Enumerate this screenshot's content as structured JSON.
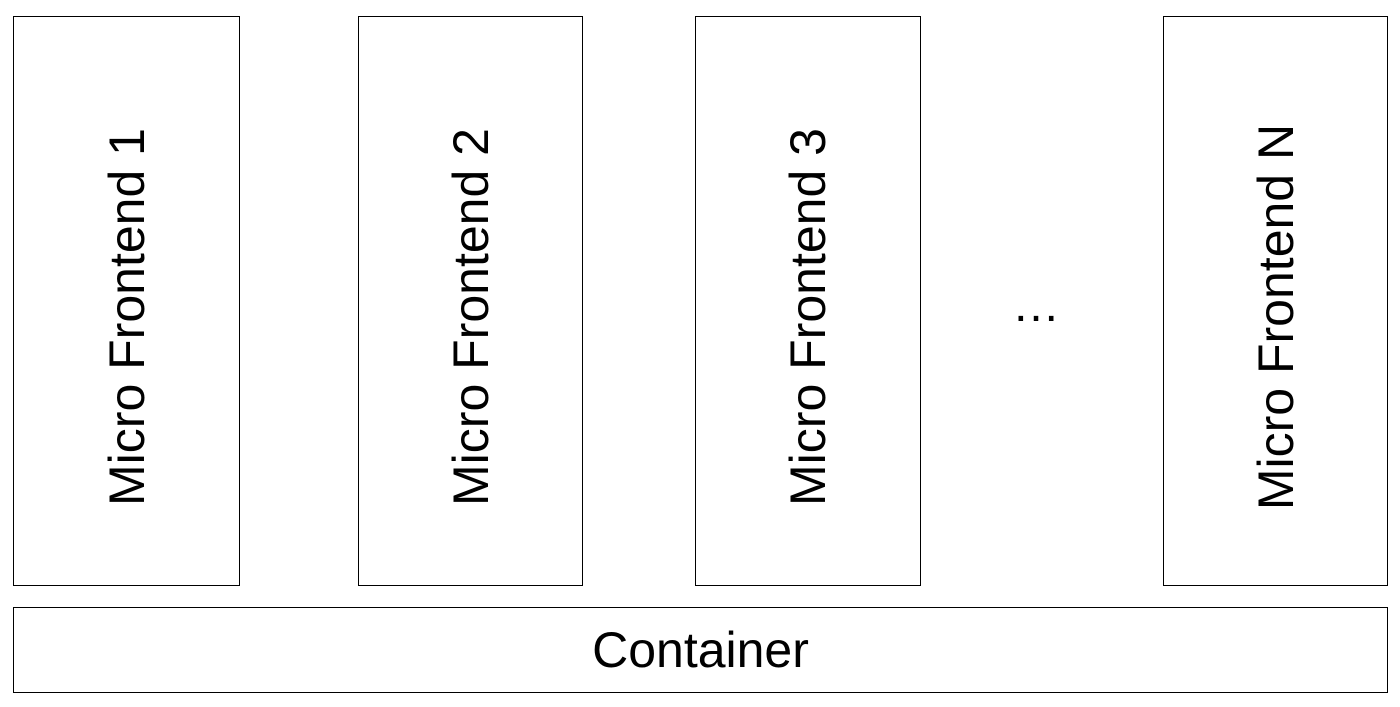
{
  "micro_frontends": [
    {
      "label": "Micro Frontend 1"
    },
    {
      "label": "Micro Frontend 2"
    },
    {
      "label": "Micro Frontend 3"
    },
    {
      "label": "Micro Frontend N"
    }
  ],
  "ellipsis": "…",
  "container": {
    "label": "Container"
  }
}
